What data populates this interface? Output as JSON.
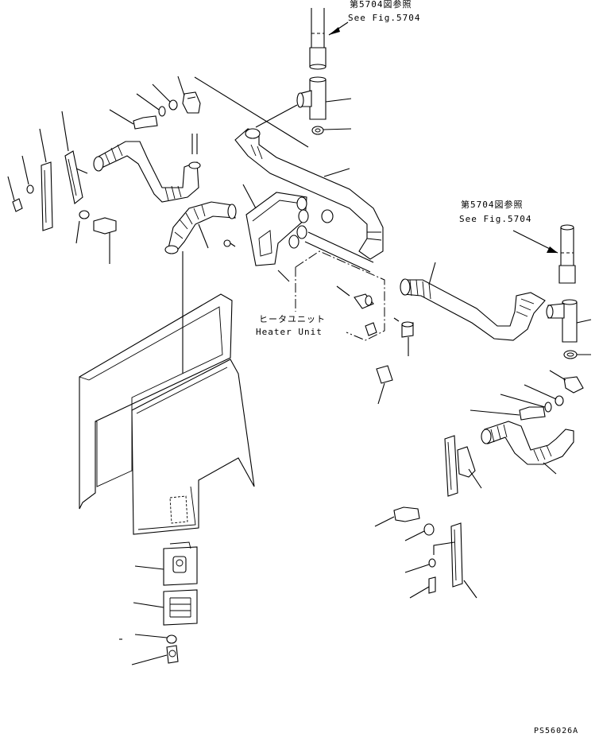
{
  "references": {
    "top": {
      "jp": "第5704図参照",
      "en": "See Fig.5704"
    },
    "right": {
      "jp": "第5704図参照",
      "en": "See Fig.5704"
    }
  },
  "heater_unit": {
    "jp": "ヒータユニット",
    "en": "Heater Unit"
  },
  "drawing_code": "PS56026A"
}
